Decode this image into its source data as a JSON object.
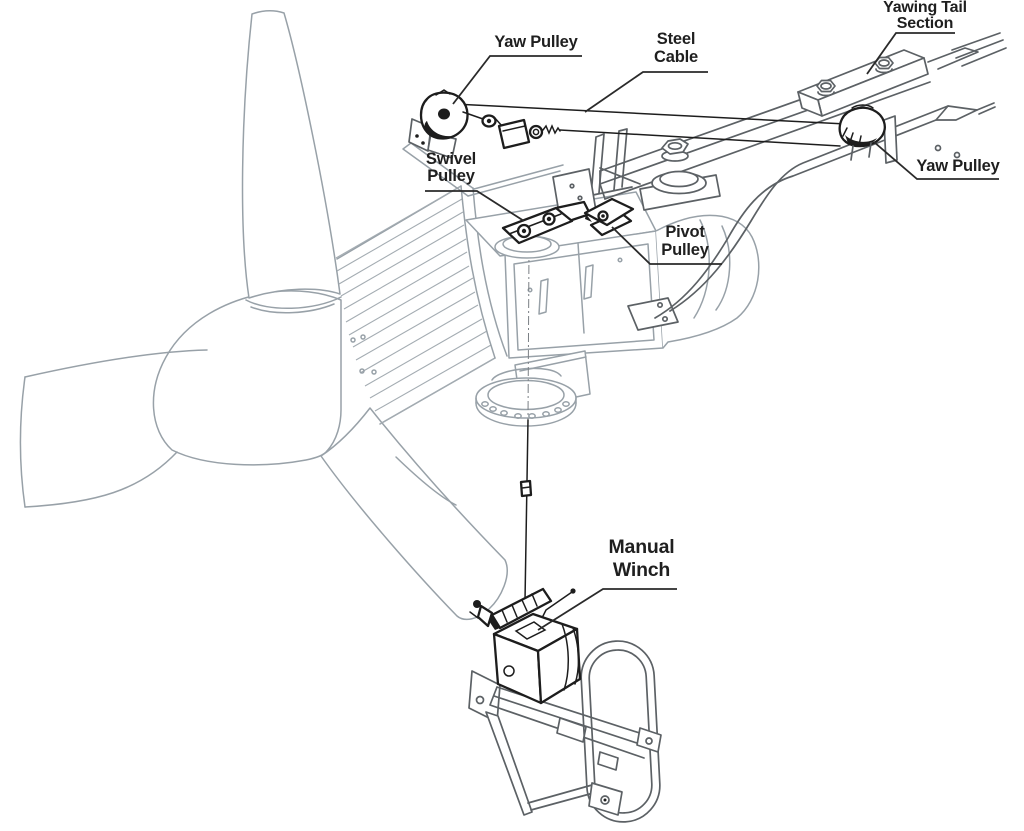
{
  "figure": {
    "background_color": "#ffffff",
    "palette": {
      "machine_body_lines": "#98a1a8",
      "structure_lines": "#5c6165",
      "highlighted_parts": "#1d1d1d",
      "label_text": "#1f1f1f",
      "leader_lines": "#2a2a2a"
    }
  },
  "labels": {
    "yaw_pulley_left": {
      "text": "Yaw Pulley"
    },
    "steel_cable": {
      "line1": "Steel",
      "line2": "Cable"
    },
    "yawing_tail_section": {
      "line1": "Yawing Tail",
      "line2": "Section"
    },
    "yaw_pulley_right": {
      "text": "Yaw Pulley"
    },
    "swivel_pulley": {
      "line1": "Swivel",
      "line2": "Pulley"
    },
    "pivot_pulley": {
      "line1": "Pivot",
      "line2": "Pulley"
    },
    "manual_winch": {
      "line1": "Manual",
      "line2": "Winch"
    }
  }
}
